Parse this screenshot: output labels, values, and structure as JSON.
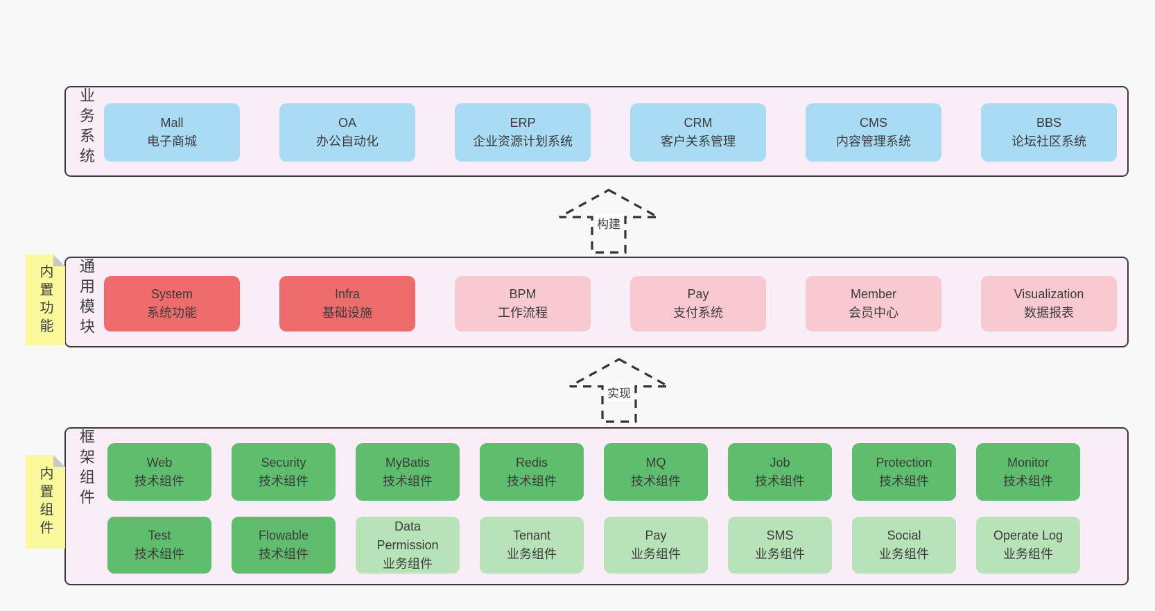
{
  "colors": {
    "page_bg": "#f8f8f8",
    "container_fill": "#f9eef8",
    "container_border": "#3b3b3b",
    "blue": "#a9dbf4",
    "red": "#ef6c6d",
    "pink": "#f9c9d1",
    "green": "#5ebe6e",
    "light_green": "#b8e3b9",
    "sticky": "#fafa9c",
    "sticky_fold": "#c8c8c8",
    "text": "#3b3b3b",
    "arrow": "#333333"
  },
  "layers": [
    {
      "label": "业务系统",
      "boxes": [
        {
          "title": "Mall",
          "subtitle": "电子商城",
          "variant": "blue"
        },
        {
          "title": "OA",
          "subtitle": "办公自动化",
          "variant": "blue"
        },
        {
          "title": "ERP",
          "subtitle": "企业资源计划系统",
          "variant": "blue"
        },
        {
          "title": "CRM",
          "subtitle": "客户关系管理",
          "variant": "blue"
        },
        {
          "title": "CMS",
          "subtitle": "内容管理系统",
          "variant": "blue"
        },
        {
          "title": "BBS",
          "subtitle": "论坛社区系统",
          "variant": "blue"
        }
      ]
    },
    {
      "label": "通用模块",
      "sticky": "内置功能",
      "boxes": [
        {
          "title": "System",
          "subtitle": "系统功能",
          "variant": "red"
        },
        {
          "title": "Infra",
          "subtitle": "基础设施",
          "variant": "red"
        },
        {
          "title": "BPM",
          "subtitle": "工作流程",
          "variant": "pink"
        },
        {
          "title": "Pay",
          "subtitle": "支付系统",
          "variant": "pink"
        },
        {
          "title": "Member",
          "subtitle": "会员中心",
          "variant": "pink"
        },
        {
          "title": "Visualization",
          "subtitle": "数据报表",
          "variant": "pink"
        }
      ]
    },
    {
      "label": "框架组件",
      "sticky": "内置组件",
      "rows": [
        [
          {
            "title": "Web",
            "subtitle": "技术组件",
            "variant": "green"
          },
          {
            "title": "Security",
            "subtitle": "技术组件",
            "variant": "green"
          },
          {
            "title": "MyBatis",
            "subtitle": "技术组件",
            "variant": "green"
          },
          {
            "title": "Redis",
            "subtitle": "技术组件",
            "variant": "green"
          },
          {
            "title": "MQ",
            "subtitle": "技术组件",
            "variant": "green"
          },
          {
            "title": "Job",
            "subtitle": "技术组件",
            "variant": "green"
          },
          {
            "title": "Protection",
            "subtitle": "技术组件",
            "variant": "green"
          },
          {
            "title": "Monitor",
            "subtitle": "技术组件",
            "variant": "green"
          }
        ],
        [
          {
            "title": "Test",
            "subtitle": "技术组件",
            "variant": "green"
          },
          {
            "title": "Flowable",
            "subtitle": "技术组件",
            "variant": "green"
          },
          {
            "title": "Data Permission",
            "subtitle": "业务组件",
            "variant": "light_green"
          },
          {
            "title": "Tenant",
            "subtitle": "业务组件",
            "variant": "light_green"
          },
          {
            "title": "Pay",
            "subtitle": "业务组件",
            "variant": "light_green"
          },
          {
            "title": "SMS",
            "subtitle": "业务组件",
            "variant": "light_green"
          },
          {
            "title": "Social",
            "subtitle": "业务组件",
            "variant": "light_green"
          },
          {
            "title": "Operate Log",
            "subtitle": "业务组件",
            "variant": "light_green"
          }
        ]
      ]
    }
  ],
  "arrows": [
    {
      "label": "构建"
    },
    {
      "label": "实现"
    }
  ]
}
